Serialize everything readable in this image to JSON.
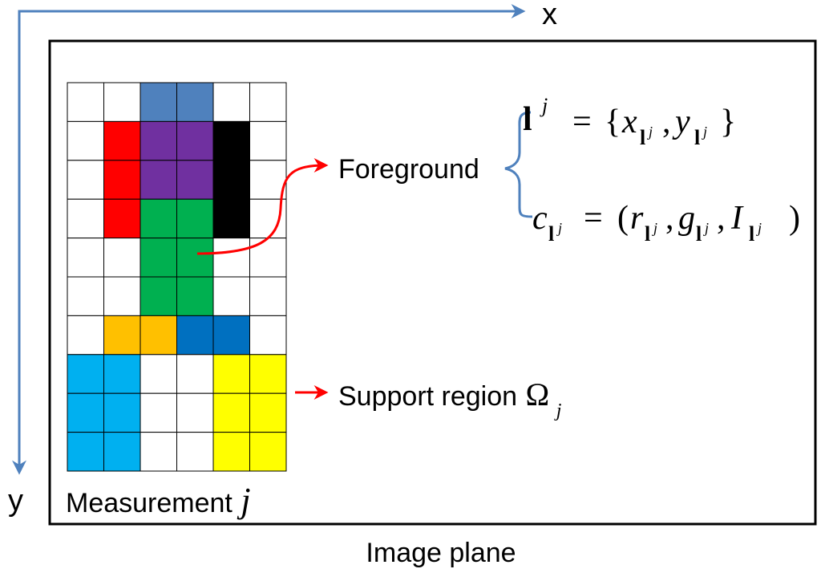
{
  "axes": {
    "x_label": "x",
    "y_label": "y"
  },
  "image_plane": {
    "caption": "Image plane"
  },
  "measurement": {
    "label": "Measurement",
    "index_symbol": "j",
    "columns": 6,
    "rows": 10,
    "cell_colors": [
      [
        "#ffffff",
        "#ffffff",
        "#4f81bd",
        "#4f81bd",
        "#ffffff",
        "#ffffff"
      ],
      [
        "#ffffff",
        "#ff0000",
        "#7030a0",
        "#7030a0",
        "#000000",
        "#ffffff"
      ],
      [
        "#ffffff",
        "#ff0000",
        "#7030a0",
        "#7030a0",
        "#000000",
        "#ffffff"
      ],
      [
        "#ffffff",
        "#ff0000",
        "#00b050",
        "#00b050",
        "#000000",
        "#ffffff"
      ],
      [
        "#ffffff",
        "#ffffff",
        "#00b050",
        "#00b050",
        "#ffffff",
        "#ffffff"
      ],
      [
        "#ffffff",
        "#ffffff",
        "#00b050",
        "#00b050",
        "#ffffff",
        "#ffffff"
      ],
      [
        "#ffffff",
        "#ffc000",
        "#ffc000",
        "#0070c0",
        "#0070c0",
        "#ffffff"
      ],
      [
        "#00b0f0",
        "#00b0f0",
        "#ffffff",
        "#ffffff",
        "#ffff00",
        "#ffff00"
      ],
      [
        "#00b0f0",
        "#00b0f0",
        "#ffffff",
        "#ffffff",
        "#ffff00",
        "#ffff00"
      ],
      [
        "#00b0f0",
        "#00b0f0",
        "#ffffff",
        "#ffffff",
        "#ffff00",
        "#ffff00"
      ]
    ]
  },
  "foreground": {
    "label": "Foreground",
    "location_formula": {
      "symbol": "l",
      "superscript": "j",
      "equals": "=",
      "open_brace": "{",
      "x": "x",
      "y": "y",
      "sub": "l",
      "subsup": "j",
      "comma": ",",
      "close_brace": "}"
    },
    "color_formula": {
      "symbol": "c",
      "sub": "l",
      "subsup": "j",
      "equals": "=",
      "open_paren": "(",
      "r": "r",
      "g": "g",
      "i": "I",
      "comma": ",",
      "close_paren": ")"
    }
  },
  "support_region": {
    "label": "Support region",
    "symbol": "Ω",
    "subscript": "j"
  },
  "colors": {
    "axis_arrow": "#4f81bd",
    "brace": "#4f81bd",
    "pointer_arrow": "#ff0000",
    "frame": "#000000",
    "grid_line": "#000000"
  }
}
